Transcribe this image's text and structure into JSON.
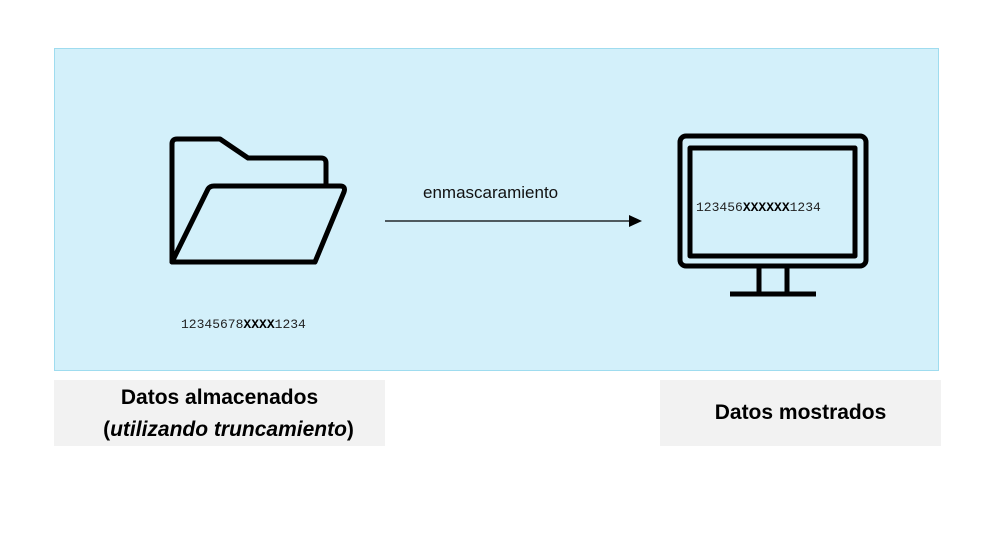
{
  "diagram": {
    "stored_value": {
      "prefix": "12345678",
      "masked": "XXXX",
      "suffix": "1234"
    },
    "arrow_label": "enmascaramiento",
    "shown_value": {
      "prefix": "123456",
      "masked": "XXXXXX",
      "suffix": "1234"
    },
    "stored_label": {
      "title": "Datos almacenados",
      "open_paren": "(",
      "subtitle": "utilizando truncamiento",
      "close_paren": ")"
    },
    "shown_label": {
      "title": "Datos mostrados"
    },
    "icons": {
      "folder": "folder-open-icon",
      "monitor": "monitor-icon"
    },
    "colors": {
      "panel_fill": "#d3f0fa",
      "panel_border": "#9fdcef",
      "label_fill": "#f2f2f2"
    }
  }
}
